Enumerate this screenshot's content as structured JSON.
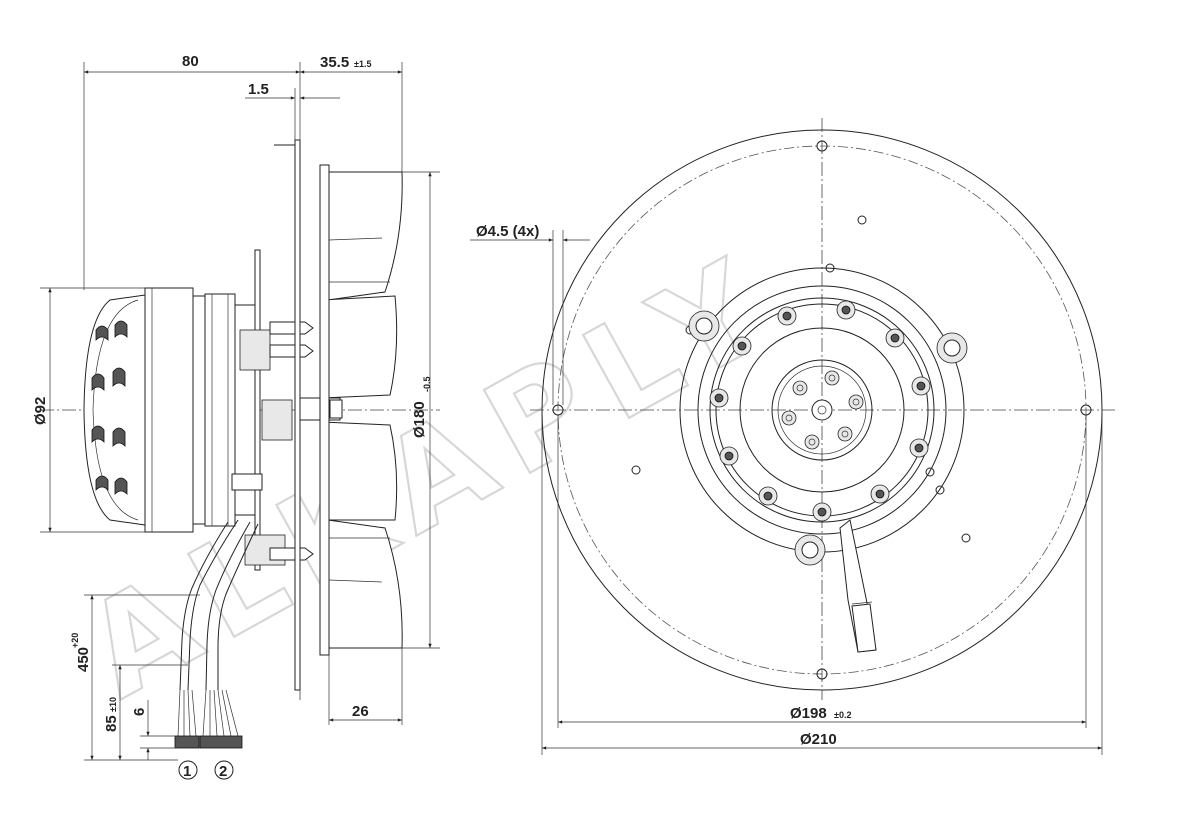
{
  "side_view": {
    "dim_80": "80",
    "dim_35_5": "35.5",
    "dim_35_5_tol": "±1.5",
    "dim_1_5": "1.5",
    "dim_d92": "Ø92",
    "dim_d180": "Ø180",
    "dim_d180_tol": "-0.5",
    "dim_26": "26",
    "dim_450": "450",
    "dim_450_tol": "+20",
    "dim_85": "85",
    "dim_85_tol": "±10",
    "dim_6": "6",
    "lead_1": "1",
    "lead_2": "2"
  },
  "front_view": {
    "dim_hole": "Ø4.5 (4x)",
    "dim_d198": "Ø198",
    "dim_d198_tol": "±0.2",
    "dim_d210": "Ø210"
  },
  "watermark": {
    "text": "ALKAPLY"
  }
}
